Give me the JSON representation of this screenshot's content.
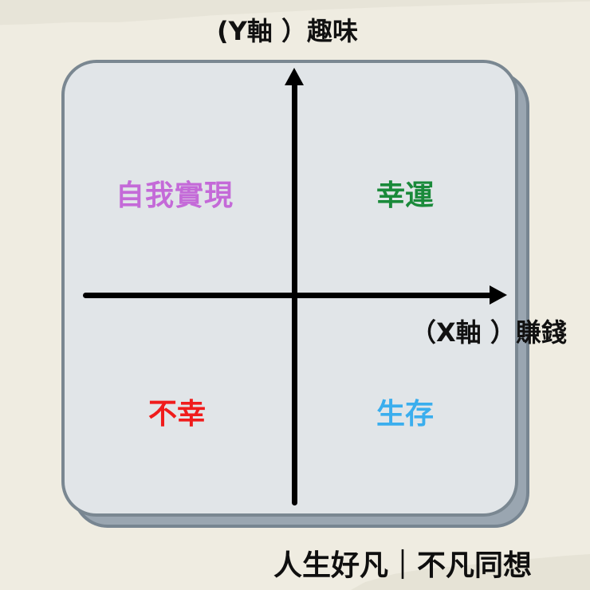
{
  "axes": {
    "y_label": "(Y軸 ）趣味",
    "x_label": "（X軸 ）賺錢"
  },
  "quadrants": {
    "top_left": {
      "label": "自我實現",
      "color": "#c46ad8"
    },
    "top_right": {
      "label": "幸運",
      "color": "#1a8a3a"
    },
    "bottom_left": {
      "label": "不幸",
      "color": "#f01c1c"
    },
    "bottom_right": {
      "label": "生存",
      "color": "#3aaeee"
    }
  },
  "footer": {
    "text": "人生好凡｜不凡同想"
  },
  "colors": {
    "background": "#efece1",
    "card_fill": "#e1e5e8",
    "card_border": "#7a8791",
    "card_shadow": "#9aa6b1",
    "axis": "#000000"
  }
}
